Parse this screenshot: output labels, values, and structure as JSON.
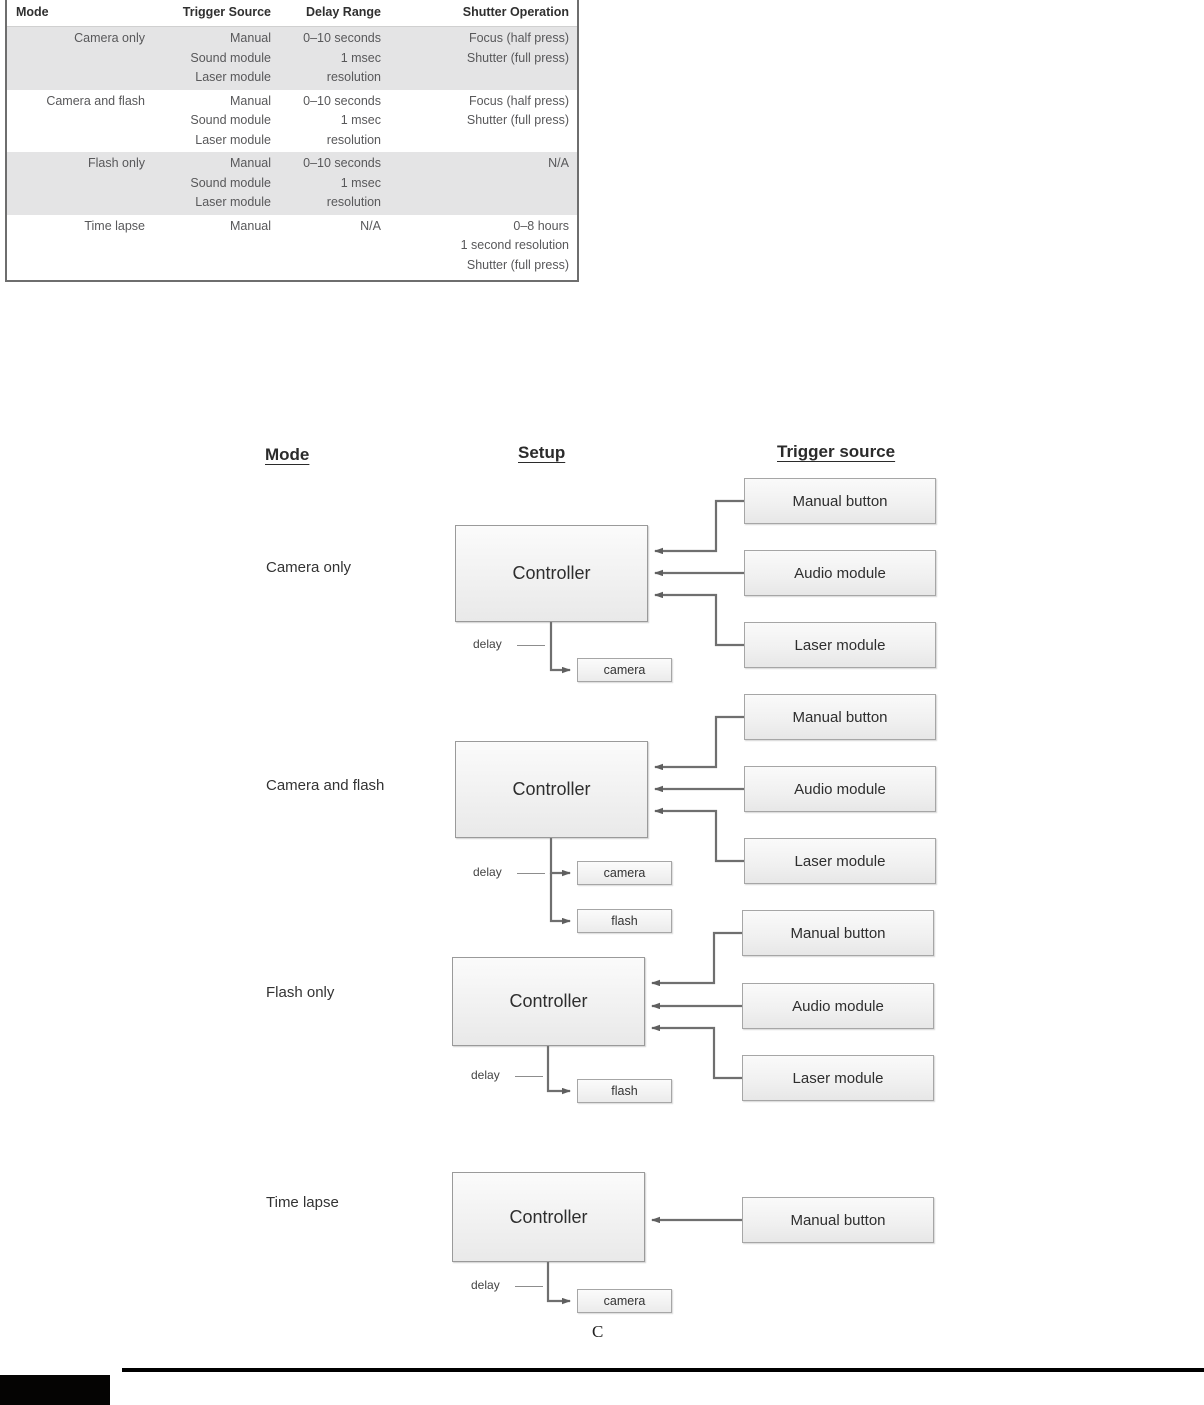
{
  "table": {
    "headers": [
      "Mode",
      "Trigger Source",
      "Delay Range",
      "Shutter Operation"
    ],
    "rows": [
      {
        "mode": "Camera only",
        "trigger_source": [
          "Manual",
          "Sound module",
          "Laser module"
        ],
        "delay_range": [
          "0–10 seconds",
          "1 msec",
          "resolution"
        ],
        "shutter_operation": [
          "Focus (half press)",
          "Shutter (full press)"
        ],
        "shaded": true
      },
      {
        "mode": "Camera and flash",
        "trigger_source": [
          "Manual",
          "Sound module",
          "Laser module"
        ],
        "delay_range": [
          "0–10 seconds",
          "1 msec",
          "resolution"
        ],
        "shutter_operation": [
          "Focus (half press)",
          "Shutter (full press)"
        ],
        "shaded": false
      },
      {
        "mode": "Flash only",
        "trigger_source": [
          "Manual",
          "Sound module",
          "Laser module"
        ],
        "delay_range": [
          "0–10 seconds",
          "1 msec",
          "resolution"
        ],
        "shutter_operation": [
          "N/A"
        ],
        "shaded": true
      },
      {
        "mode": "Time lapse",
        "trigger_source": [
          "Manual"
        ],
        "delay_range": [
          "N/A"
        ],
        "shutter_operation": [
          "0–8 hours",
          "1 second resolution",
          "Shutter (full press)"
        ],
        "shaded": false
      }
    ]
  },
  "diagram": {
    "column_headers": {
      "mode": "Mode",
      "setup": "Setup",
      "trigger_source": "Trigger source"
    },
    "controller_label": "Controller",
    "delay_label": "delay",
    "caption": "C",
    "blocks": [
      {
        "mode": "Camera only",
        "controller": "Controller",
        "outputs": [
          "camera"
        ],
        "triggers": [
          "Manual button",
          "Audio module",
          "Laser module"
        ]
      },
      {
        "mode": "Camera and flash",
        "controller": "Controller",
        "outputs": [
          "camera",
          "flash"
        ],
        "triggers": [
          "Manual button",
          "Audio module",
          "Laser module"
        ]
      },
      {
        "mode": "Flash only",
        "controller": "Controller",
        "outputs": [
          "flash"
        ],
        "triggers": [
          "Manual button",
          "Audio module",
          "Laser module"
        ]
      },
      {
        "mode": "Time lapse",
        "controller": "Controller",
        "outputs": [
          "camera"
        ],
        "triggers": [
          "Manual button"
        ]
      }
    ]
  },
  "colors": {
    "table_band": "#e4e4e5",
    "table_border": "#6e6e6e",
    "box_border": "#9a9a9a",
    "wire": "#6f6f6f",
    "text": "#333333"
  }
}
